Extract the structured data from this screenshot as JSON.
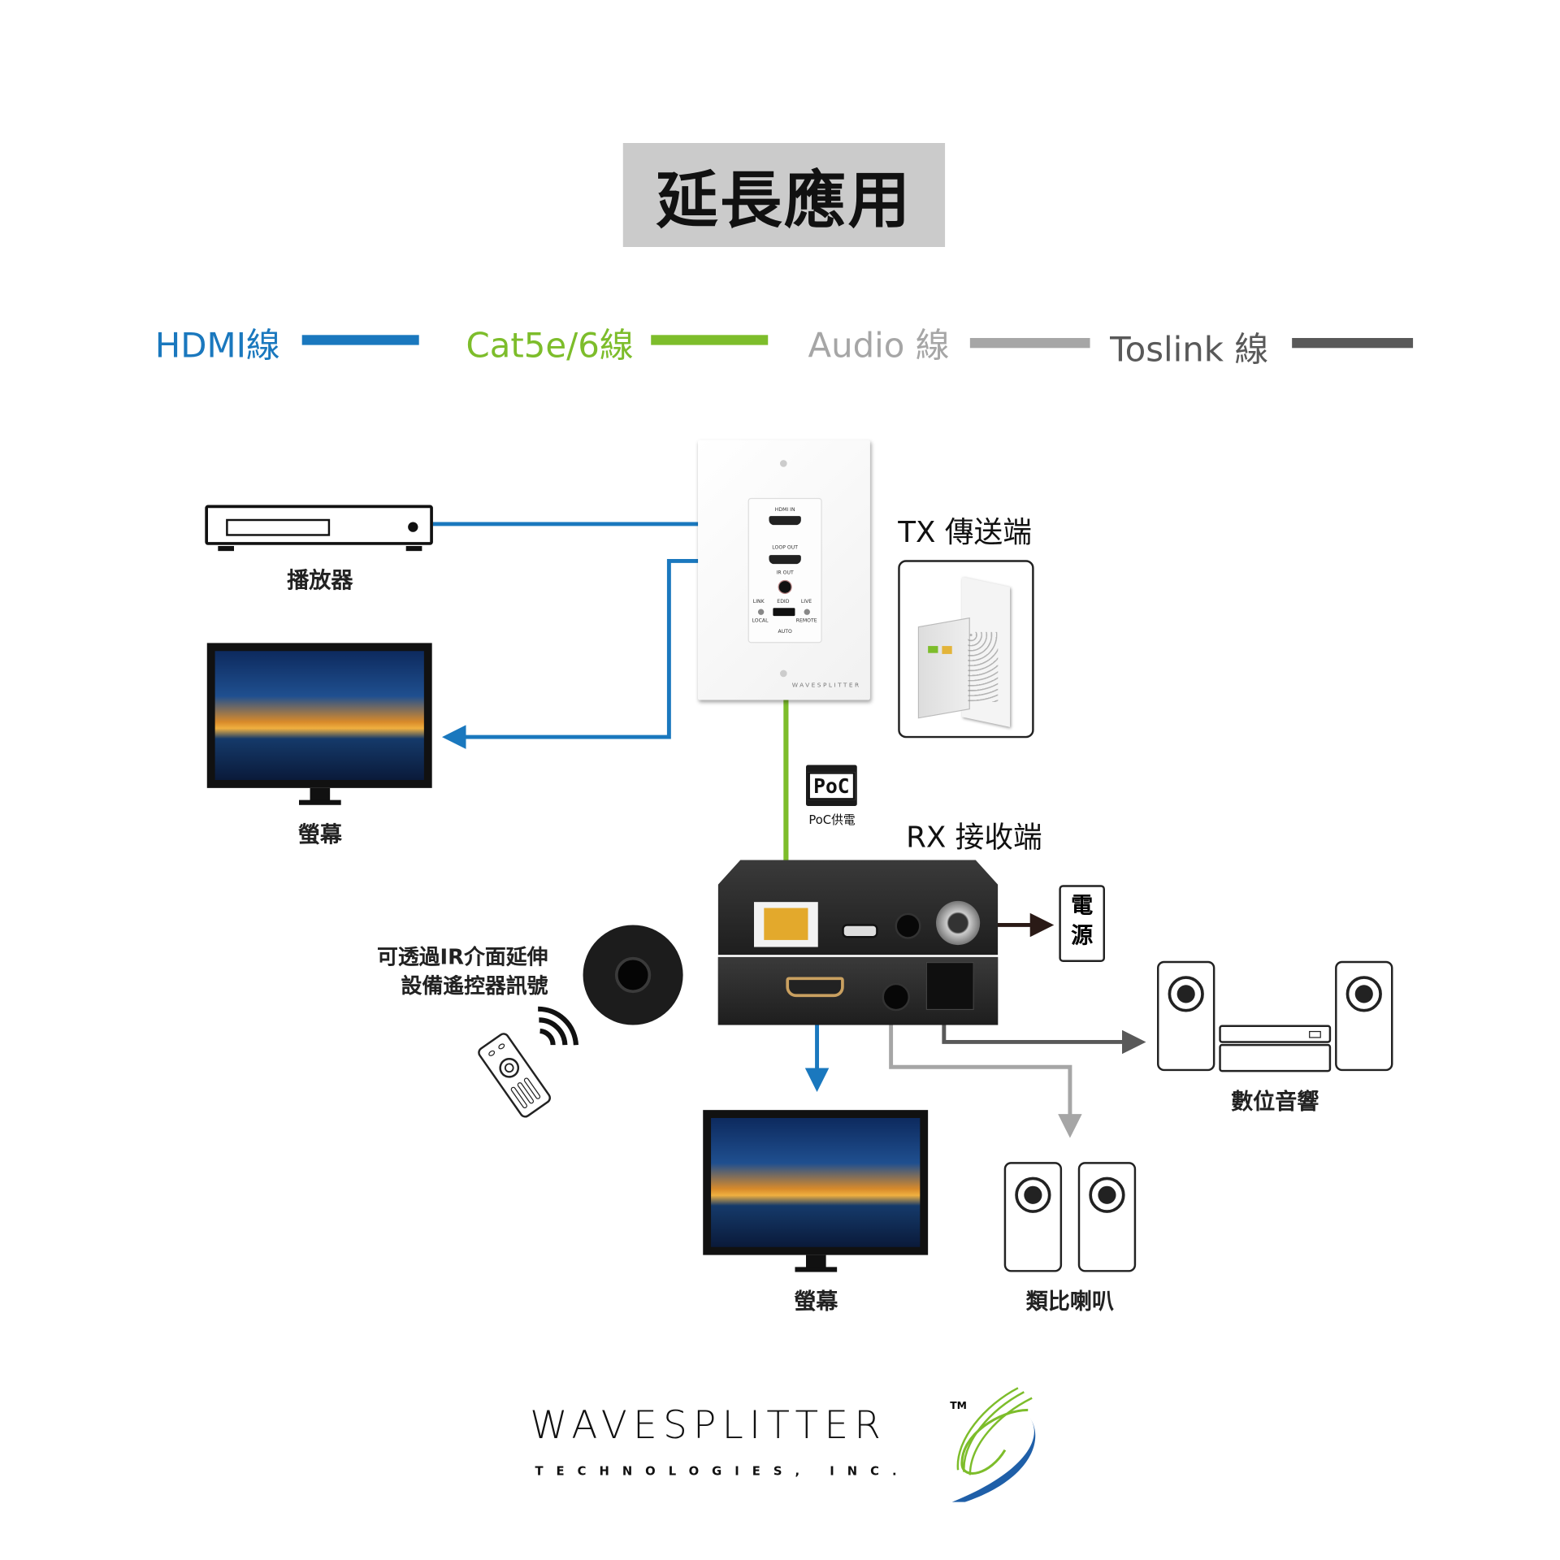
{
  "title": "延長應用",
  "legend": [
    {
      "label": "HDMI線",
      "color": "#1a78be"
    },
    {
      "label": "Cat5e/6線",
      "color": "#7dbd2b"
    },
    {
      "label": "Audio 線",
      "color": "#a6a6a6"
    },
    {
      "label": "Toslink 線",
      "color": "#595959"
    }
  ],
  "devices": {
    "player": "播放器",
    "monitor_tx": "螢幕",
    "tx": "TX 傳送端",
    "rx": "RX 接收端",
    "poc_badge": "PoC",
    "poc_label": "PoC供電",
    "power_line1": "電",
    "power_line2": "源",
    "ir_line1": "可透過IR介面延伸",
    "ir_line2": "設備遙控器訊號",
    "monitor_rx": "螢幕",
    "digital_audio": "數位音響",
    "analog_speakers": "類比喇叭"
  },
  "wallplate": {
    "hdmi_in": "HDMI IN",
    "loop_out": "LOOP OUT",
    "ir_out": "IR OUT",
    "link": "LINK",
    "edid": "EDID",
    "live": "LIVE",
    "local": "LOCAL",
    "auto": "AUTO",
    "remote": "REMOTE",
    "brand": "WAVESPLITTER"
  },
  "logo": {
    "name": "WAVESPLITTER",
    "tm": "TM",
    "sub": "TECHNOLOGIES, INC."
  }
}
